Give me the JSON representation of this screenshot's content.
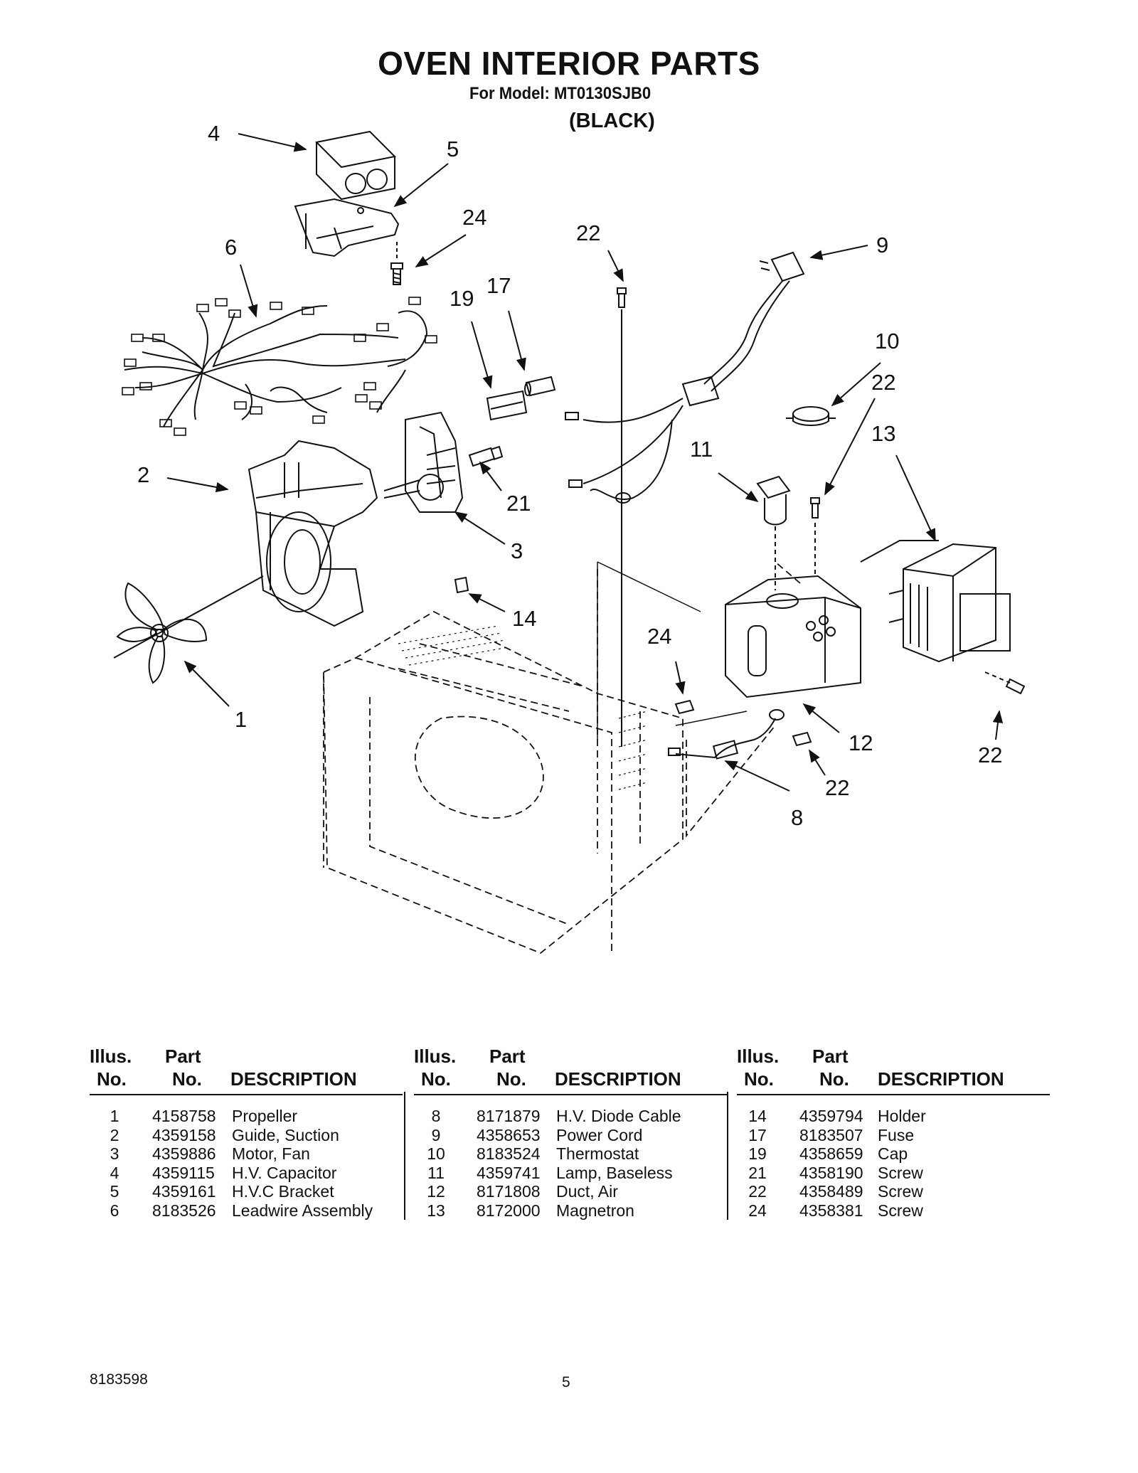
{
  "header": {
    "title": "OVEN INTERIOR PARTS",
    "model_line": "For Model: MT0130SJB0",
    "variant": "(BLACK)"
  },
  "diagram": {
    "callouts": [
      "4",
      "5",
      "24",
      "6",
      "22",
      "9",
      "19",
      "17",
      "10",
      "22",
      "13",
      "11",
      "2",
      "21",
      "3",
      "14",
      "24",
      "1",
      "12",
      "22",
      "22",
      "8"
    ]
  },
  "table": {
    "headers": {
      "illus_line1": "Illus.",
      "illus_line2": "No.",
      "part_line1": "Part",
      "part_line2": "No.",
      "description": "DESCRIPTION"
    },
    "columns": [
      [
        {
          "illus": "1",
          "part": "4158758",
          "desc": "Propeller"
        },
        {
          "illus": "2",
          "part": "4359158",
          "desc": "Guide, Suction"
        },
        {
          "illus": "3",
          "part": "4359886",
          "desc": "Motor, Fan"
        },
        {
          "illus": "4",
          "part": "4359115",
          "desc": "H.V. Capacitor"
        },
        {
          "illus": "5",
          "part": "4359161",
          "desc": "H.V.C Bracket"
        },
        {
          "illus": "6",
          "part": "8183526",
          "desc": "Leadwire Assembly"
        }
      ],
      [
        {
          "illus": "8",
          "part": "8171879",
          "desc": "H.V. Diode Cable"
        },
        {
          "illus": "9",
          "part": "4358653",
          "desc": "Power Cord"
        },
        {
          "illus": "10",
          "part": "8183524",
          "desc": "Thermostat"
        },
        {
          "illus": "11",
          "part": "4359741",
          "desc": "Lamp, Baseless"
        },
        {
          "illus": "12",
          "part": "8171808",
          "desc": "Duct, Air"
        },
        {
          "illus": "13",
          "part": "8172000",
          "desc": "Magnetron"
        }
      ],
      [
        {
          "illus": "14",
          "part": "4359794",
          "desc": "Holder"
        },
        {
          "illus": "17",
          "part": "8183507",
          "desc": "Fuse"
        },
        {
          "illus": "19",
          "part": "4358659",
          "desc": "Cap"
        },
        {
          "illus": "21",
          "part": "4358190",
          "desc": "Screw"
        },
        {
          "illus": "22",
          "part": "4358489",
          "desc": "Screw"
        },
        {
          "illus": "24",
          "part": "4358381",
          "desc": "Screw"
        }
      ]
    ]
  },
  "footer": {
    "doc_number": "8183598",
    "page_number": "5"
  }
}
